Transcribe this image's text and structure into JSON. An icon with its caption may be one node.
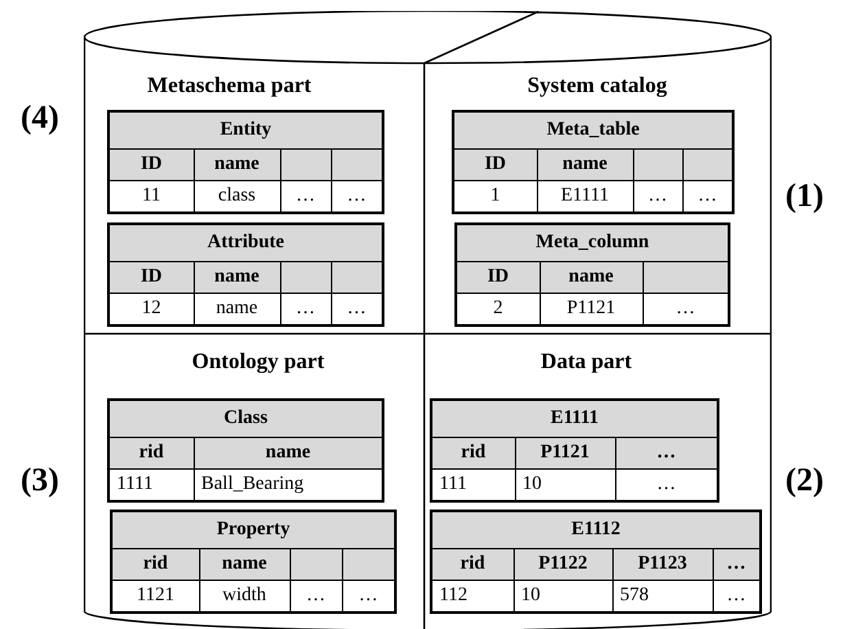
{
  "diagram": {
    "nodes": [
      {
        "text": [],
        "shape": "cylinder"
      },
      {
        "text": [
          "Metaschema part"
        ],
        "in": 0
      },
      {
        "text": [
          "Entity",
          "ID",
          "name",
          "11",
          "class",
          "…",
          "…"
        ],
        "in": 1
      },
      {
        "text": [
          "Attribute",
          "ID",
          "name",
          "12",
          "name",
          "…",
          "…"
        ],
        "in": 1
      },
      {
        "text": [
          "System catalog"
        ],
        "in": 0
      },
      {
        "text": [
          "Meta_table",
          "ID",
          "name",
          "1",
          "E1111",
          "…",
          "…"
        ],
        "in": 4
      },
      {
        "text": [
          "Meta_column",
          "ID",
          "name",
          "2",
          "P1121",
          "…"
        ],
        "in": 4
      },
      {
        "text": [
          "Ontology part"
        ],
        "in": 0
      },
      {
        "text": [
          "Class",
          "rid",
          "name",
          "1111",
          "Ball_Bearing"
        ],
        "in": 7
      },
      {
        "text": [
          "Property",
          "rid",
          "name",
          "1121",
          "width",
          "…",
          "…"
        ],
        "in": 7
      },
      {
        "text": [
          "Data part"
        ],
        "in": 0
      },
      {
        "text": [
          "E1111",
          "rid",
          "P1121",
          "…",
          "111",
          "10",
          "…"
        ],
        "in": 10
      },
      {
        "text": [
          "E1112",
          "rid",
          "P1122",
          "P1123",
          "…",
          "112",
          "10",
          "578",
          "…"
        ],
        "in": 10
      }
    ],
    "labels": [
      "(4)",
      "(1)",
      "(3)",
      "(2)"
    ]
  }
}
